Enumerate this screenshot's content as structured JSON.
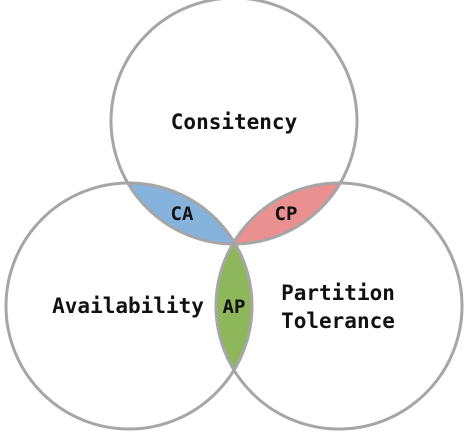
{
  "diagram": {
    "sets": {
      "consistency": "Consitency",
      "availability": "Availability",
      "partition_line1": "Partition",
      "partition_line2": "Tolerance"
    },
    "overlaps": {
      "ca": "CA",
      "cp": "CP",
      "ap": "AP"
    }
  },
  "colors": {
    "ca": "#86b3dc",
    "cp": "#ea9090",
    "ap": "#8db75a",
    "outline": "#a6a6a6"
  }
}
